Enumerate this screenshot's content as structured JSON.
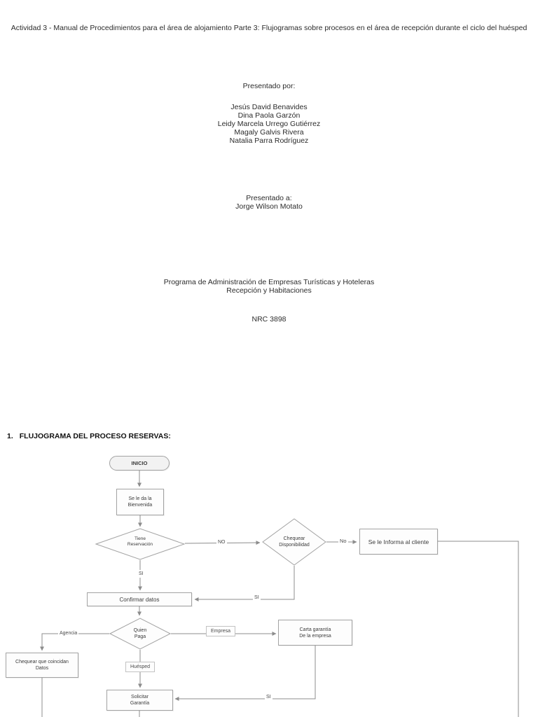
{
  "doc": {
    "title": "Actividad 3 - Manual de Procedimientos para el área de alojamiento Parte 3: Flujogramas sobre procesos en el área de recepción durante el ciclo del huésped",
    "presented_by_label": "Presentado por:",
    "authors": [
      "Jesús David Benavides",
      "Dina Paola Garzón",
      "Leidy Marcela Urrego Gutiérrez",
      "Magaly Galvis Rivera",
      "Natalia Parra Rodríguez"
    ],
    "presented_to_label": "Presentado a:",
    "presented_to_name": "Jorge Wilson Motato",
    "program_line1": "Programa de Administración de Empresas Turísticas y Hoteleras",
    "program_line2": "Recepción y Habitaciones",
    "nrc": "NRC 3898",
    "section_heading_number": "1.",
    "section_heading_text": "FLUJOGRAMA DEL PROCESO RESERVAS:"
  },
  "flowchart": {
    "nodes": {
      "inicio": "INICIO",
      "bienvenida": "Se le da la\nBienvenida",
      "tiene_reservacion": "Tiene\nReservación",
      "chequear_disponibilidad": "Chequear\nDisponibilidad",
      "informa_cliente": "Se le Informa al cliente",
      "confirmar_datos": "Confirmar datos",
      "quien_paga": "Quien\nPaga",
      "carta_garantia": "Carta garantía\nDe la empresa",
      "chequear_coincidan": "Chequear que coincidan\nDatos",
      "solicitar_garantia": "Solicitar\nGarantía"
    },
    "edge_labels": {
      "no_reservacion": "NO",
      "no_disponibilidad": "No",
      "si_reservacion": "SI",
      "si_disponibilidad": "SI",
      "empresa": "Empresa",
      "agencia": "Agencia",
      "huesped": "Huésped",
      "si_garantia": "SI"
    }
  }
}
